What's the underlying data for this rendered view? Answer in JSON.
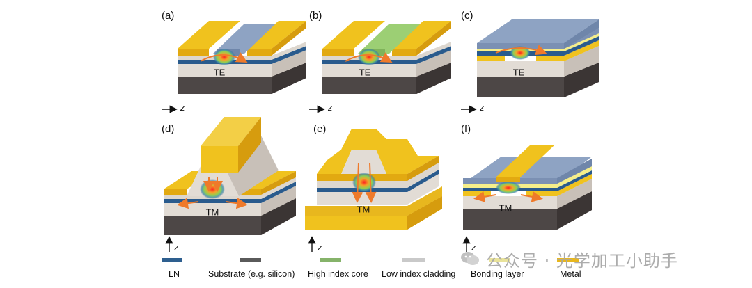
{
  "panels": [
    {
      "label": "(a)",
      "mode": "TE",
      "axis_label": "z"
    },
    {
      "label": "(b)",
      "mode": "TE",
      "axis_label": "z"
    },
    {
      "label": "(c)",
      "mode": "TE",
      "axis_label": "z"
    },
    {
      "label": "(d)",
      "mode": "TM",
      "axis_label": "z"
    },
    {
      "label": "(e)",
      "mode": "TM",
      "axis_label": "z"
    },
    {
      "label": "(f)",
      "mode": "TM",
      "axis_label": "z"
    }
  ],
  "legend": [
    {
      "label": "LN",
      "color": "#2e5f8f"
    },
    {
      "label": "Substrate (e.g. silicon)",
      "color": "#5a5a5a"
    },
    {
      "label": "High index core",
      "color": "#86b36a"
    },
    {
      "label": "Low index cladding",
      "color": "#c9c9c9"
    },
    {
      "label": "Bonding layer",
      "color": "#e9e39a"
    },
    {
      "label": "Metal",
      "color": "#e8b71e"
    }
  ],
  "watermark": {
    "text": "公众号 · 光学加工小助手",
    "icon": "wechat-icon"
  },
  "colors": {
    "metal": "#f0c21e",
    "ln": "#2a5b8d",
    "substrate": "#4d4746",
    "cladding": "#e2dcd5",
    "high_index": "#9ccf74",
    "bonding": "#f5ee8a",
    "arrow": "#ef7a2a",
    "blue_top": "#8ea3c3"
  }
}
